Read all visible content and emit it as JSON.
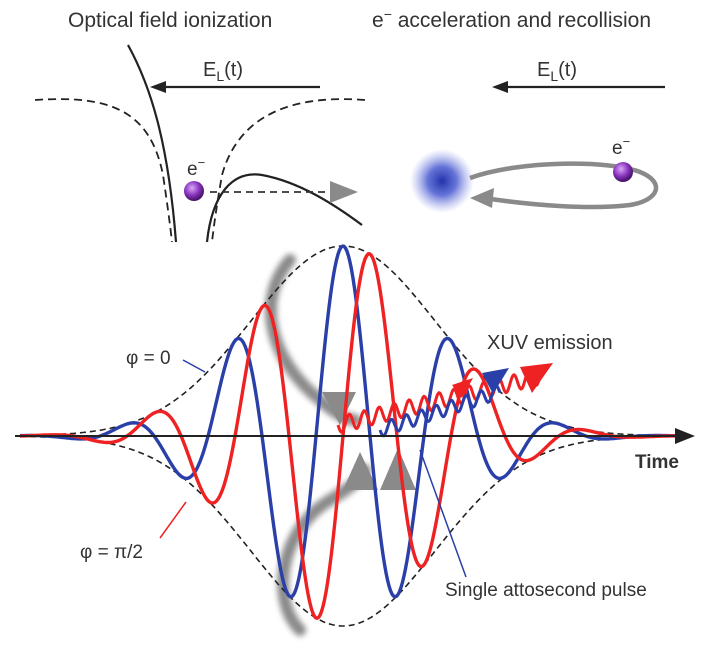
{
  "panels": {
    "left_title": "Optical field ionization",
    "right_title_prefix": "e",
    "right_title_sup": "−",
    "right_title_rest": " acceleration and recollision",
    "field_E": "E",
    "field_sub": "L",
    "field_t": "(t)",
    "electron_e": "e",
    "electron_sup": "−"
  },
  "waveform": {
    "phase_zero_label": "φ = 0",
    "phase_pi2_label": "φ = π/2",
    "xuv_label": "XUV emission",
    "time_label": "Time",
    "attosecond_label": "Single attosecond pulse"
  },
  "colors": {
    "blue": "#2a3fa8",
    "red": "#ee2222",
    "arrow_gray": "#8a8a8a",
    "electron": "#7b2fb0"
  }
}
